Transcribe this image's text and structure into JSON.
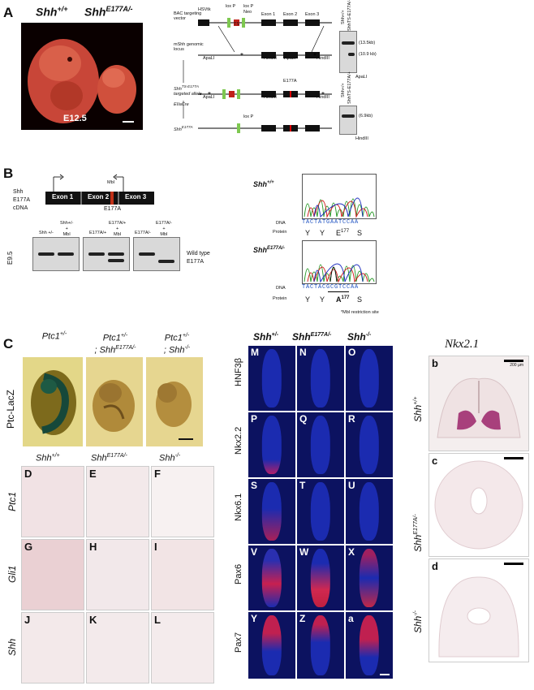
{
  "panel_a": {
    "letter": "A",
    "genotype_wt": "Shh",
    "genotype_wt_sup": "+/+",
    "genotype_mut": "Shh",
    "genotype_mut_sup": "E177A/-",
    "stage": "E12.5",
    "construct_rows": [
      "BAC targeting vector",
      "mShh genomic locus",
      "Shh",
      "targeted allele",
      "EIIaCre",
      "Shh"
    ],
    "row3_sup": "TS-E177A",
    "row6_sup": "E177A",
    "exon_labels": [
      "Exon 1",
      "Exon 2",
      "Exon 3"
    ],
    "exon2_mut": "E177A",
    "feature_labels": [
      "HSVtk",
      "lox P",
      "TS",
      "Neo",
      "lox P",
      "lox P",
      "ApaLI",
      "HindIII",
      "ApaLI",
      "HindIII",
      "HindIII",
      "ApaLI",
      "HindIII"
    ],
    "blot1_sizes": [
      "(13.5kb)",
      "(10.9 kb)"
    ],
    "blot1_enzyme": "ApaLI",
    "blot2_size": "(6.9kb)",
    "blot2_enzyme": "HindIII",
    "blot_lanes": [
      "Shh+/+",
      "ShhTS-E177A/+"
    ]
  },
  "panel_b": {
    "letter": "B",
    "cdna_label_1": "Shh",
    "cdna_label_2": "E177A",
    "cdna_label_3": "cDNA",
    "exons": [
      "Exon 1",
      "Exon 2",
      "Exon 3"
    ],
    "site": "MbI",
    "mutation": "E177A",
    "stage": "E9.5",
    "lanes": [
      {
        "top": "",
        "bottom": "Shh +/-"
      },
      {
        "top": "Shh+/-",
        "mid": "+",
        "bottom": "MbI"
      },
      {
        "top": "",
        "bottom": "E177A/+"
      },
      {
        "top": "E177A/+",
        "mid": "+",
        "bottom": "MbI"
      },
      {
        "top": "",
        "bottom": "E177A/-"
      },
      {
        "top": "E177A/-",
        "mid": "+",
        "bottom": "MbI"
      }
    ],
    "bands": [
      "Wild type",
      "E177A"
    ],
    "seq1": {
      "genotype": "Shh",
      "sup": "+/+",
      "dna_label": "DNA",
      "dna": "TACTATGAATCCAA",
      "protein_label": "Protein",
      "protein": [
        "Y",
        "Y",
        "E",
        "S"
      ],
      "protein_sup": "177"
    },
    "seq2": {
      "genotype": "Shh",
      "sup": "E177A/-",
      "dna_label": "DNA",
      "dna": "TACTACGCGTCCAA",
      "protein_label": "Protein",
      "protein": [
        "Y",
        "Y",
        "A",
        "S"
      ],
      "protein_sup": "177"
    },
    "note": "*MbI restriction site"
  },
  "panel_c": {
    "letter": "C",
    "side_label": "Ptc-LacZ",
    "columns": [
      {
        "line1": "Ptc1",
        "sup1": "+/-",
        "line2": "",
        "sup2": ""
      },
      {
        "line1": "Ptc1",
        "sup1": "+/-",
        "line2": "; Shh",
        "sup2": "E177A/-"
      },
      {
        "line1": "Ptc1",
        "sup1": "+/-",
        "line2": "; Shh",
        "sup2": "-/-"
      }
    ]
  },
  "ish": {
    "col_headers": [
      {
        "base": "Shh",
        "sup": "+/+"
      },
      {
        "base": "Shh",
        "sup": "E177A/-"
      },
      {
        "base": "Shh",
        "sup": "-/-"
      }
    ],
    "rows": [
      {
        "gene": "Ptc1",
        "letters": [
          "D",
          "E",
          "F"
        ]
      },
      {
        "gene": "Gli1",
        "letters": [
          "G",
          "H",
          "I"
        ]
      },
      {
        "gene": "Shh",
        "letters": [
          "J",
          "K",
          "L"
        ]
      }
    ]
  },
  "fluor": {
    "col_headers": [
      {
        "base": "Shh",
        "sup": "+/-"
      },
      {
        "base": "Shh",
        "sup": "E177A/-"
      },
      {
        "base": "Shh",
        "sup": "-/-"
      }
    ],
    "rows": [
      {
        "marker": "HNF3β",
        "letters": [
          "M",
          "N",
          "O"
        ]
      },
      {
        "marker": "Nkx2.2",
        "letters": [
          "P",
          "Q",
          "R"
        ]
      },
      {
        "marker": "Nkx6.1",
        "letters": [
          "S",
          "T",
          "U"
        ]
      },
      {
        "marker": "Pax6",
        "letters": [
          "V",
          "W",
          "X"
        ]
      },
      {
        "marker": "Pax7",
        "letters": [
          "Y",
          "Z",
          "a"
        ]
      }
    ]
  },
  "nkx": {
    "title": "Nkx2.1",
    "rows": [
      {
        "letter": "b",
        "base": "Shh",
        "sup": "+/+",
        "scale": "200 µm"
      },
      {
        "letter": "c",
        "base": "Shh",
        "sup": "E177A/-",
        "scale": ""
      },
      {
        "letter": "d",
        "base": "Shh",
        "sup": "-/-",
        "scale": ""
      }
    ]
  }
}
